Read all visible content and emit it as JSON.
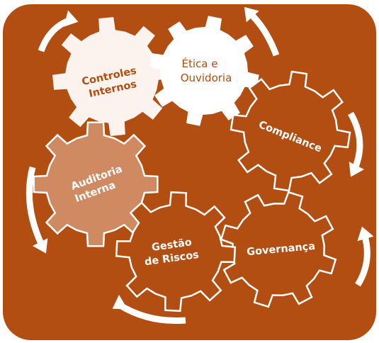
{
  "colors": {
    "background": "#b34e12",
    "gear_light": "#fdf3ee",
    "gear_white": "#ffffff",
    "gear_mid": "#d08a62",
    "gear_dark": "#b34e12",
    "gear_outline": "#ffffff",
    "text_dark": "#b34e12",
    "text_light": "#ffffff",
    "arrow": "#ffffff"
  },
  "gears": [
    {
      "id": "controles-internos",
      "lines": [
        "Controles",
        "Internos"
      ]
    },
    {
      "id": "etica-e-ouvidoria",
      "lines": [
        "Ética e",
        "Ouvidoria"
      ]
    },
    {
      "id": "compliance",
      "lines": [
        "Compliance"
      ]
    },
    {
      "id": "auditoria-interna",
      "lines": [
        "Auditoria",
        "Interna"
      ]
    },
    {
      "id": "gestao-de-riscos",
      "lines": [
        "Gestão",
        "de Riscos"
      ]
    },
    {
      "id": "governanca",
      "lines": [
        "Governança"
      ]
    }
  ],
  "icons": {
    "arrow": "curved-arrow-icon",
    "gear": "gear-icon"
  }
}
